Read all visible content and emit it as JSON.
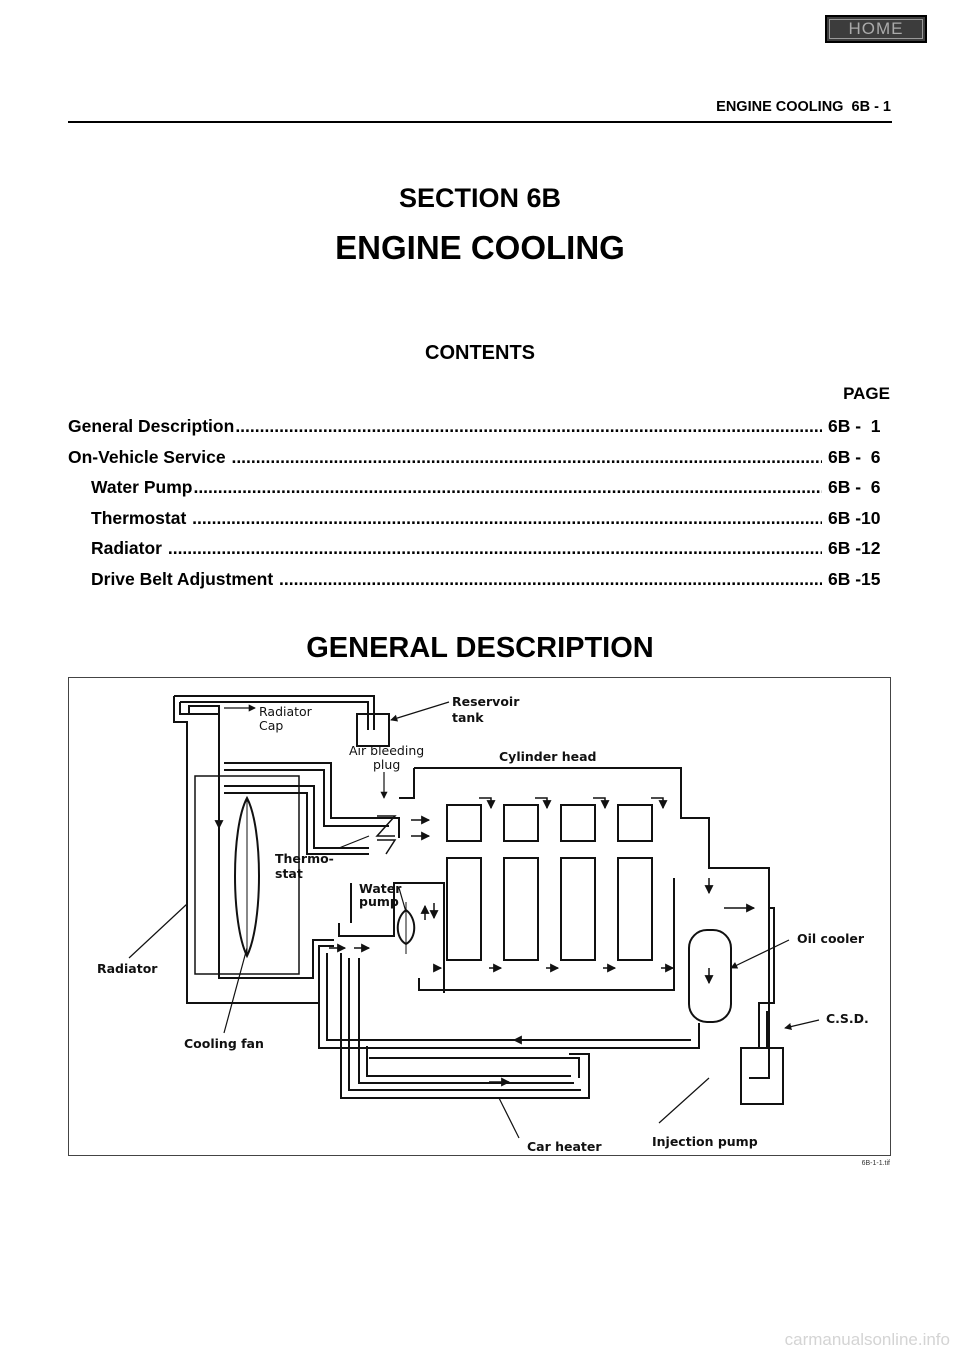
{
  "home_button": {
    "label": "HOME"
  },
  "running_head": "ENGINE COOLING  6B - 1",
  "section": {
    "number": "SECTION 6B",
    "name": "ENGINE COOLING"
  },
  "contents": {
    "heading": "CONTENTS",
    "page_column_label": "PAGE",
    "entries": [
      {
        "title": "General Description",
        "page": "6B -  1"
      },
      {
        "title": "On-Vehicle Service",
        "page": "6B -  6"
      },
      {
        "title": "Water Pump",
        "page": "6B -  6"
      },
      {
        "title": "Thermostat",
        "page": "6B -10"
      },
      {
        "title": "Radiator",
        "page": "6B -12"
      },
      {
        "title": "Drive Belt Adjustment",
        "page": "6B -15"
      }
    ]
  },
  "general_description": {
    "heading": "GENERAL DESCRIPTION",
    "figure": {
      "labels": {
        "radiator_cap": [
          "Radiator",
          "Cap"
        ],
        "reservoir_tank": [
          "Reservoir",
          "tank"
        ],
        "air_bleeding_plug": [
          "Air bleeding",
          "plug"
        ],
        "cylinder_head": "Cylinder head",
        "thermostat": [
          "Thermo-",
          "stat"
        ],
        "water_pump": [
          "Water",
          "pump"
        ],
        "oil_cooler": "Oil cooler",
        "radiator": "Radiator",
        "csd": "C.S.D.",
        "cooling_fan": "Cooling fan",
        "car_heater": "Car heater",
        "injection_pump": "Injection pump"
      },
      "image_id": "6B-1-1.tif"
    }
  },
  "footer_watermark": "carmanualsonline.info"
}
